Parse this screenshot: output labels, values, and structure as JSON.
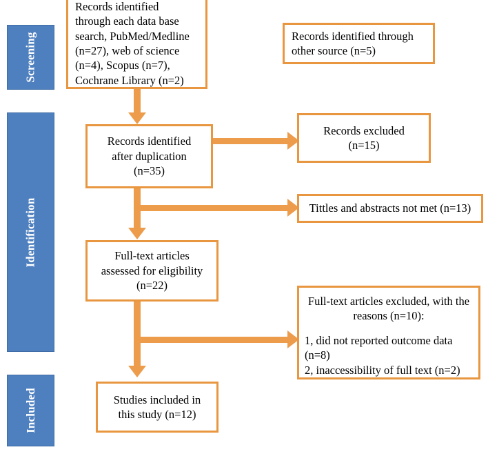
{
  "diagram": {
    "title": "PRISMA study selection flow diagram",
    "colors": {
      "phase_block": "#4e7fbe",
      "box_border": "#e8963f",
      "arrow": "#ed9c4c",
      "box_fill": "#ffffff",
      "text": "#000000",
      "phase_text": "#ffffff"
    }
  },
  "phases": [
    {
      "id": "screening",
      "label": "Screening"
    },
    {
      "id": "identification",
      "label": "Identification"
    },
    {
      "id": "included",
      "label": "Included"
    }
  ],
  "boxes": {
    "records_identified_databases": {
      "align": "left",
      "lines": [
        "Records identified",
        "through each data base",
        "search, PubMed/Medline",
        "(n=27), web of science",
        "(n=4), Scopus (n=7),",
        "Cochrane Library (n=2)"
      ]
    },
    "records_identified_other": {
      "align": "left",
      "lines": [
        "Records identified through",
        "other source (n=5)"
      ]
    },
    "records_after_duplication": {
      "align": "center",
      "lines": [
        "Records identified",
        "after duplication",
        "(n=35)"
      ]
    },
    "records_excluded": {
      "align": "center",
      "lines": [
        "Records excluded",
        "(n=15)"
      ]
    },
    "titles_abstracts_not_met": {
      "align": "center",
      "lines": [
        "Tittles and abstracts not met (n=13)"
      ]
    },
    "fulltext_assessed": {
      "align": "center",
      "lines": [
        "Full-text articles",
        "assessed for eligibility",
        "(n=22)"
      ]
    },
    "fulltext_excluded": {
      "heading": [
        "Full-text articles excluded, with the",
        "reasons (n=10):"
      ],
      "reasons": [
        "1, did not reported outcome data",
        "(n=8)",
        "2, inaccessibility of full text (n=2)"
      ]
    },
    "studies_included": {
      "align": "center",
      "lines": [
        "Studies included in",
        "this study (n=12)"
      ]
    }
  },
  "counts": {
    "pubmed_medline": 27,
    "web_of_science": 4,
    "scopus": 7,
    "cochrane_library": 2,
    "other_source": 5,
    "after_duplication": 35,
    "records_excluded": 15,
    "titles_abstracts_not_met": 13,
    "fulltext_assessed": 22,
    "fulltext_excluded_total": 10,
    "no_outcome_data": 8,
    "inaccessible_full_text": 2,
    "studies_included": 12
  }
}
